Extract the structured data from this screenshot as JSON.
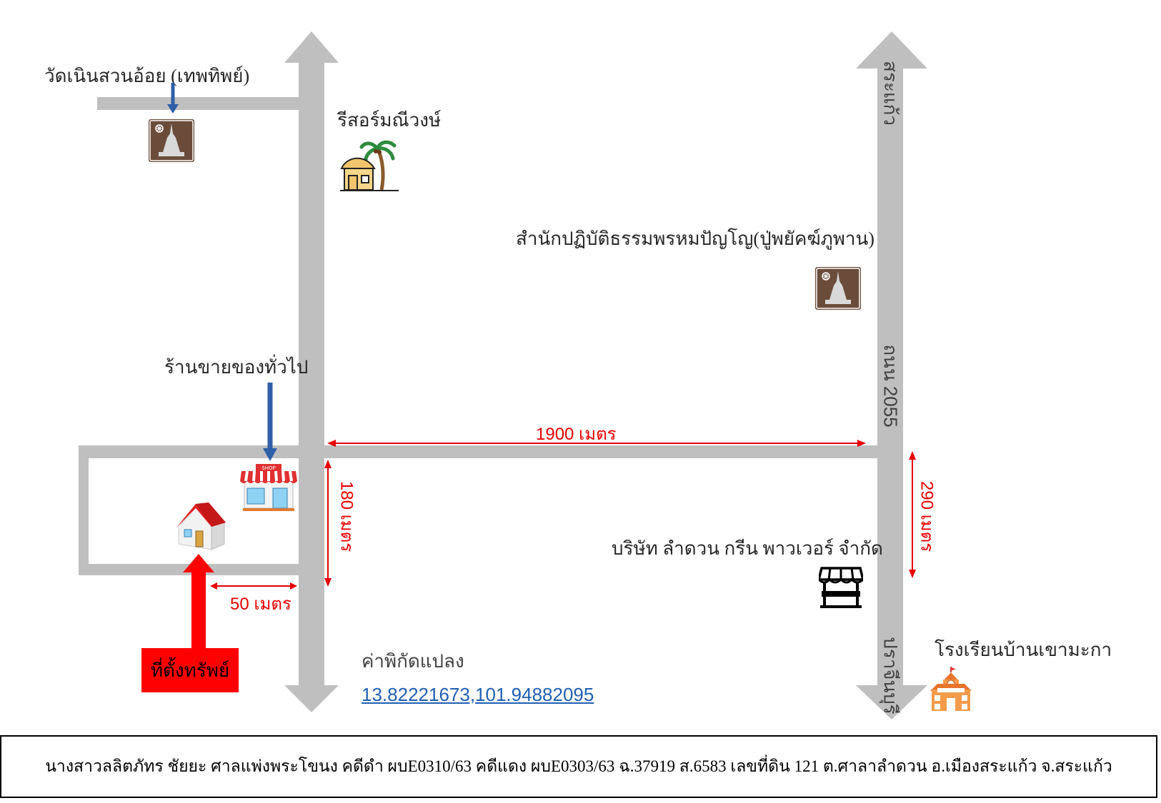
{
  "labels": {
    "temple_top": "วัดเนินสวนอ้อย (เทพทิพย์)",
    "resort": "รีสอร์มณีวงษ์",
    "meditation_center": "สำนักปฏิบัติธรรมพรหมปัญโญ(ปู่พยัคฆ์ภูพาน)",
    "general_store": "ร้านขายของทั่วไป",
    "company": "บริษัท ลำดวน กรีน พาวเวอร์ จำกัด",
    "school": "โรงเรียนบ้านเขามะกา",
    "property_location": "ที่ตั้งทรัพย์",
    "coord_title": "ค่าพิกัดแปลง",
    "coord_value": "13.82221673,101.94882095"
  },
  "roads": {
    "road_name": "ถนน 2055",
    "direction_north": "สระแก้ว",
    "direction_south": "ปราจีนบุรี"
  },
  "distances": {
    "d1900": "1900 เมตร",
    "d180": "180 เมตร",
    "d290": "290 เมตร",
    "d50": "50 เมตร"
  },
  "icons": {
    "temple": "temple-icon",
    "resort": "resort-hut-palm-icon",
    "shop": "shop-icon",
    "house": "house-icon",
    "factory": "market-stall-icon",
    "school": "school-icon"
  },
  "colors": {
    "road": "#bfbfbf",
    "distance": "#e60000",
    "pointer": "#2e5fa8",
    "property": "#ff0000",
    "link": "#1f5fb3"
  },
  "footer": {
    "text": "นางสาวลลิตภัทร  ชัยยะ  ศาลแพ่งพระโขนง คดีดำ ผบE0310/63 คดีแดง ผบE0303/63 ฉ.37919  ส.6583  เลขที่ดิน 121 ต.ศาลาลำดวน อ.เมืองสระแก้ว จ.สระแก้ว"
  }
}
